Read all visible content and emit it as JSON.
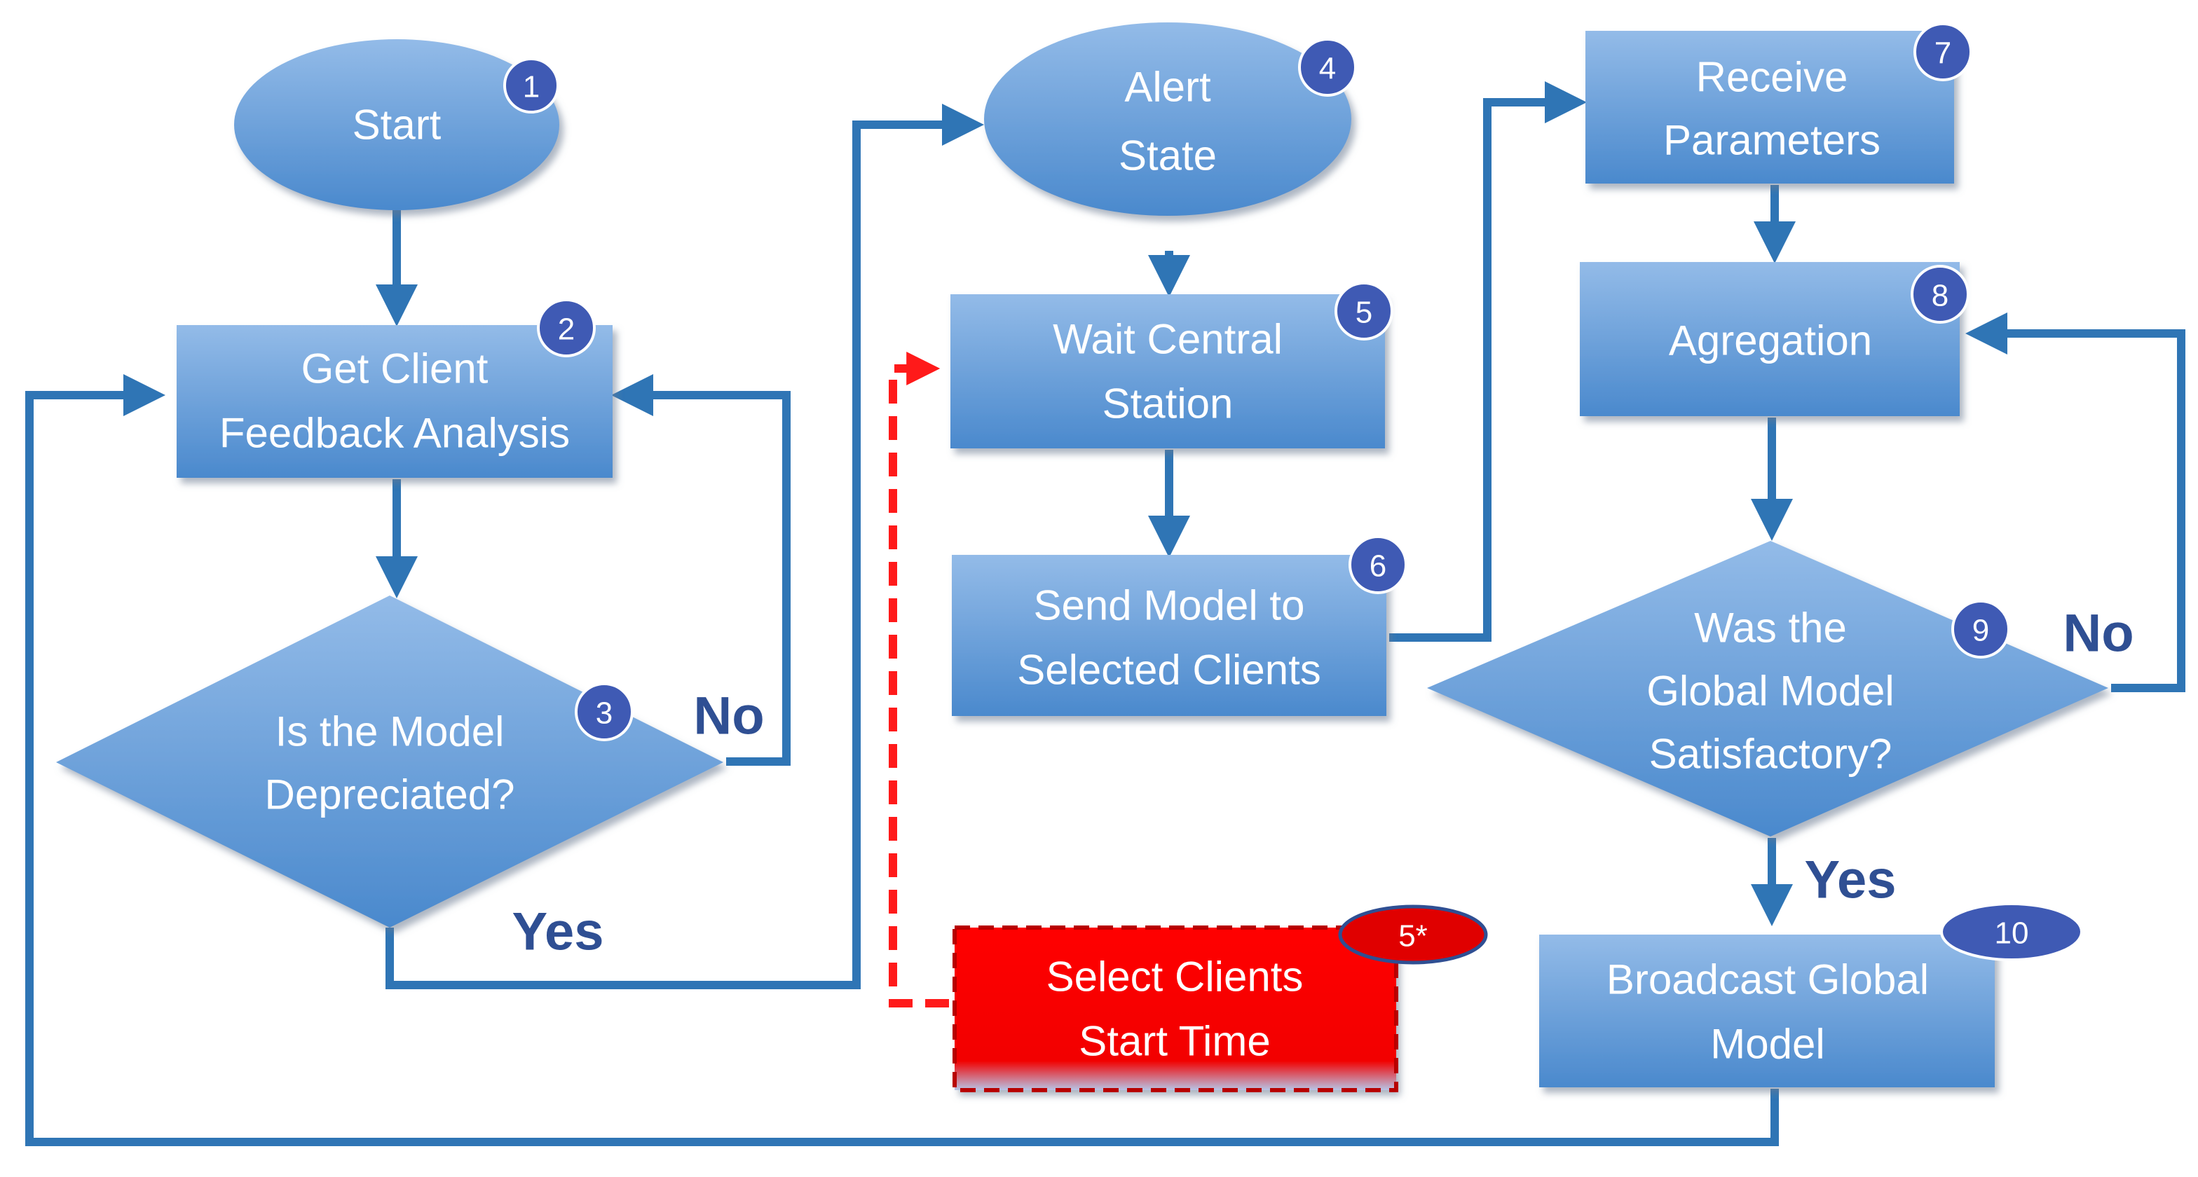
{
  "diagram": {
    "colors": {
      "node_fill_top": "#8fb8e6",
      "node_fill_bottom": "#4d8ccf",
      "connector": "#2f75b5",
      "badge_fill": "#3f5ab4",
      "badge_stroke": "#ffffff",
      "highlight_fill": "#ff0000",
      "highlight_dash": "#ff1a1a",
      "label": "#2f4f93"
    },
    "nodes": {
      "start": {
        "label": "Start",
        "badge": "1"
      },
      "get_feedback": {
        "line1": "Get Client",
        "line2": "Feedback Analysis",
        "badge": "2"
      },
      "depreciated": {
        "line1": "Is the Model",
        "line2": "Depreciated?",
        "badge": "3"
      },
      "alert_state": {
        "line1": "Alert",
        "line2": "State",
        "badge": "4"
      },
      "wait_central": {
        "line1": "Wait Central",
        "line2": "Station",
        "badge": "5"
      },
      "send_model": {
        "line1": "Send Model to",
        "line2": "Selected Clients",
        "badge": "6"
      },
      "receive_params": {
        "line1": "Receive",
        "line2": "Parameters",
        "badge": "7"
      },
      "aggregation": {
        "label": "Agregation",
        "badge": "8"
      },
      "satisfactory": {
        "line1": "Was the",
        "line2": "Global Model",
        "line3": "Satisfactory?",
        "badge": "9"
      },
      "broadcast": {
        "line1": "Broadcast Global",
        "line2": "Model",
        "badge": "10"
      },
      "select_clients": {
        "line1": "Select Clients",
        "line2": "Start Time",
        "badge": "5*"
      }
    },
    "edge_labels": {
      "depreciated_no": "No",
      "depreciated_yes": "Yes",
      "satisfactory_no": "No",
      "satisfactory_yes": "Yes"
    }
  }
}
